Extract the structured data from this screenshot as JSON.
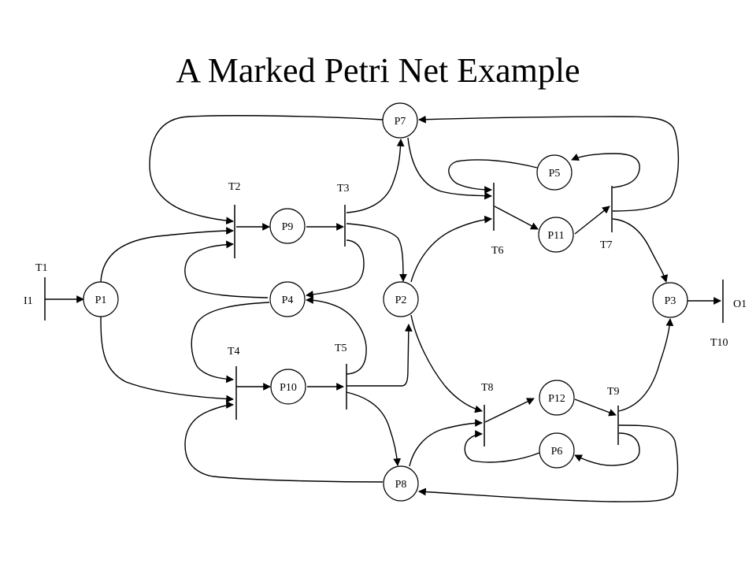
{
  "title": "A Marked Petri Net Example",
  "places": {
    "P1": "P1",
    "P2": "P2",
    "P3": "P3",
    "P4": "P4",
    "P5": "P5",
    "P6": "P6",
    "P7": "P7",
    "P8": "P8",
    "P9": "P9",
    "P10": "P10",
    "P11": "P11",
    "P12": "P12"
  },
  "transitions": {
    "T1": "T1",
    "T2": "T2",
    "T3": "T3",
    "T4": "T4",
    "T5": "T5",
    "T6": "T6",
    "T7": "T7",
    "T8": "T8",
    "T9": "T9",
    "T10": "T10"
  },
  "terminals": {
    "input": "I1",
    "output": "O1"
  },
  "colors": {
    "stroke": "#000000",
    "background": "#ffffff"
  }
}
